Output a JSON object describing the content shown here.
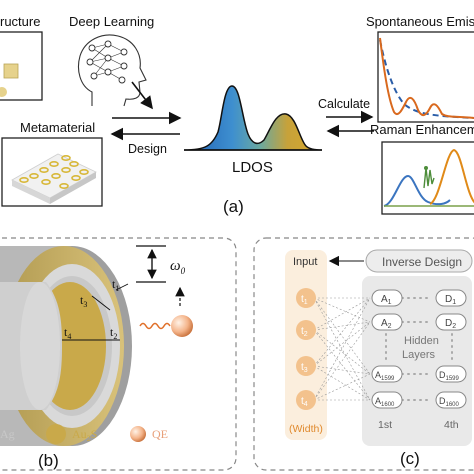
{
  "top": {
    "structure_label": "ructure",
    "deep_learning_label": "Deep Learning",
    "metamaterial_label": "Metamaterial",
    "design_label": "Design",
    "ldos_label": "LDOS",
    "calculate_label": "Calculate",
    "spontaneous_label": "Spontaneous Emissi",
    "raman_label": "Raman Enhanceme",
    "panel_label": "(a)"
  },
  "panel_b": {
    "omega_label": "ω",
    "omega_sub": "0",
    "t1": "t",
    "t1_sub": "1",
    "t2": "t",
    "t2_sub": "2",
    "t3": "t",
    "t3_sub": "3",
    "t4": "t",
    "t4_sub": "4",
    "legend_ag": "Ag",
    "legend_au2s": "Au",
    "legend_au2s_sub": "2",
    "legend_au2s_tail": "S",
    "legend_qe": "QE",
    "panel_label": "(b)"
  },
  "panel_c": {
    "input_label": "Input",
    "inverse_design_label": "Inverse Design",
    "inputs": [
      {
        "t": "t",
        "sub": "1"
      },
      {
        "t": "t",
        "sub": "2"
      },
      {
        "t": "t",
        "sub": "3"
      },
      {
        "t": "t",
        "sub": "4"
      }
    ],
    "width_label": "(Width)",
    "nodes_a": [
      "A",
      "A",
      "A",
      "A"
    ],
    "nodes_a_sub": [
      "1",
      "2",
      "1599",
      "1600"
    ],
    "nodes_d": [
      "D",
      "D",
      "D",
      "D"
    ],
    "nodes_d_sub": [
      "1",
      "2",
      "1599",
      "1600"
    ],
    "hidden_label_1": "Hidden",
    "hidden_label_2": "Layers",
    "first_label": "1st",
    "fourth_label": "4th",
    "panel_label": "(c)"
  },
  "colors": {
    "arrow": "#111111",
    "gold": "#c9a94a",
    "light_gold": "#f1e7c3",
    "gray_panel": "#e8e8e8",
    "node_orange": "#e88a2e",
    "spont_orange": "#d9691e",
    "spont_dash": "#2a5da8",
    "raman_blue": "#3b75c0",
    "raman_orange": "#e08a18",
    "raman_green": "#4d8d3a"
  }
}
